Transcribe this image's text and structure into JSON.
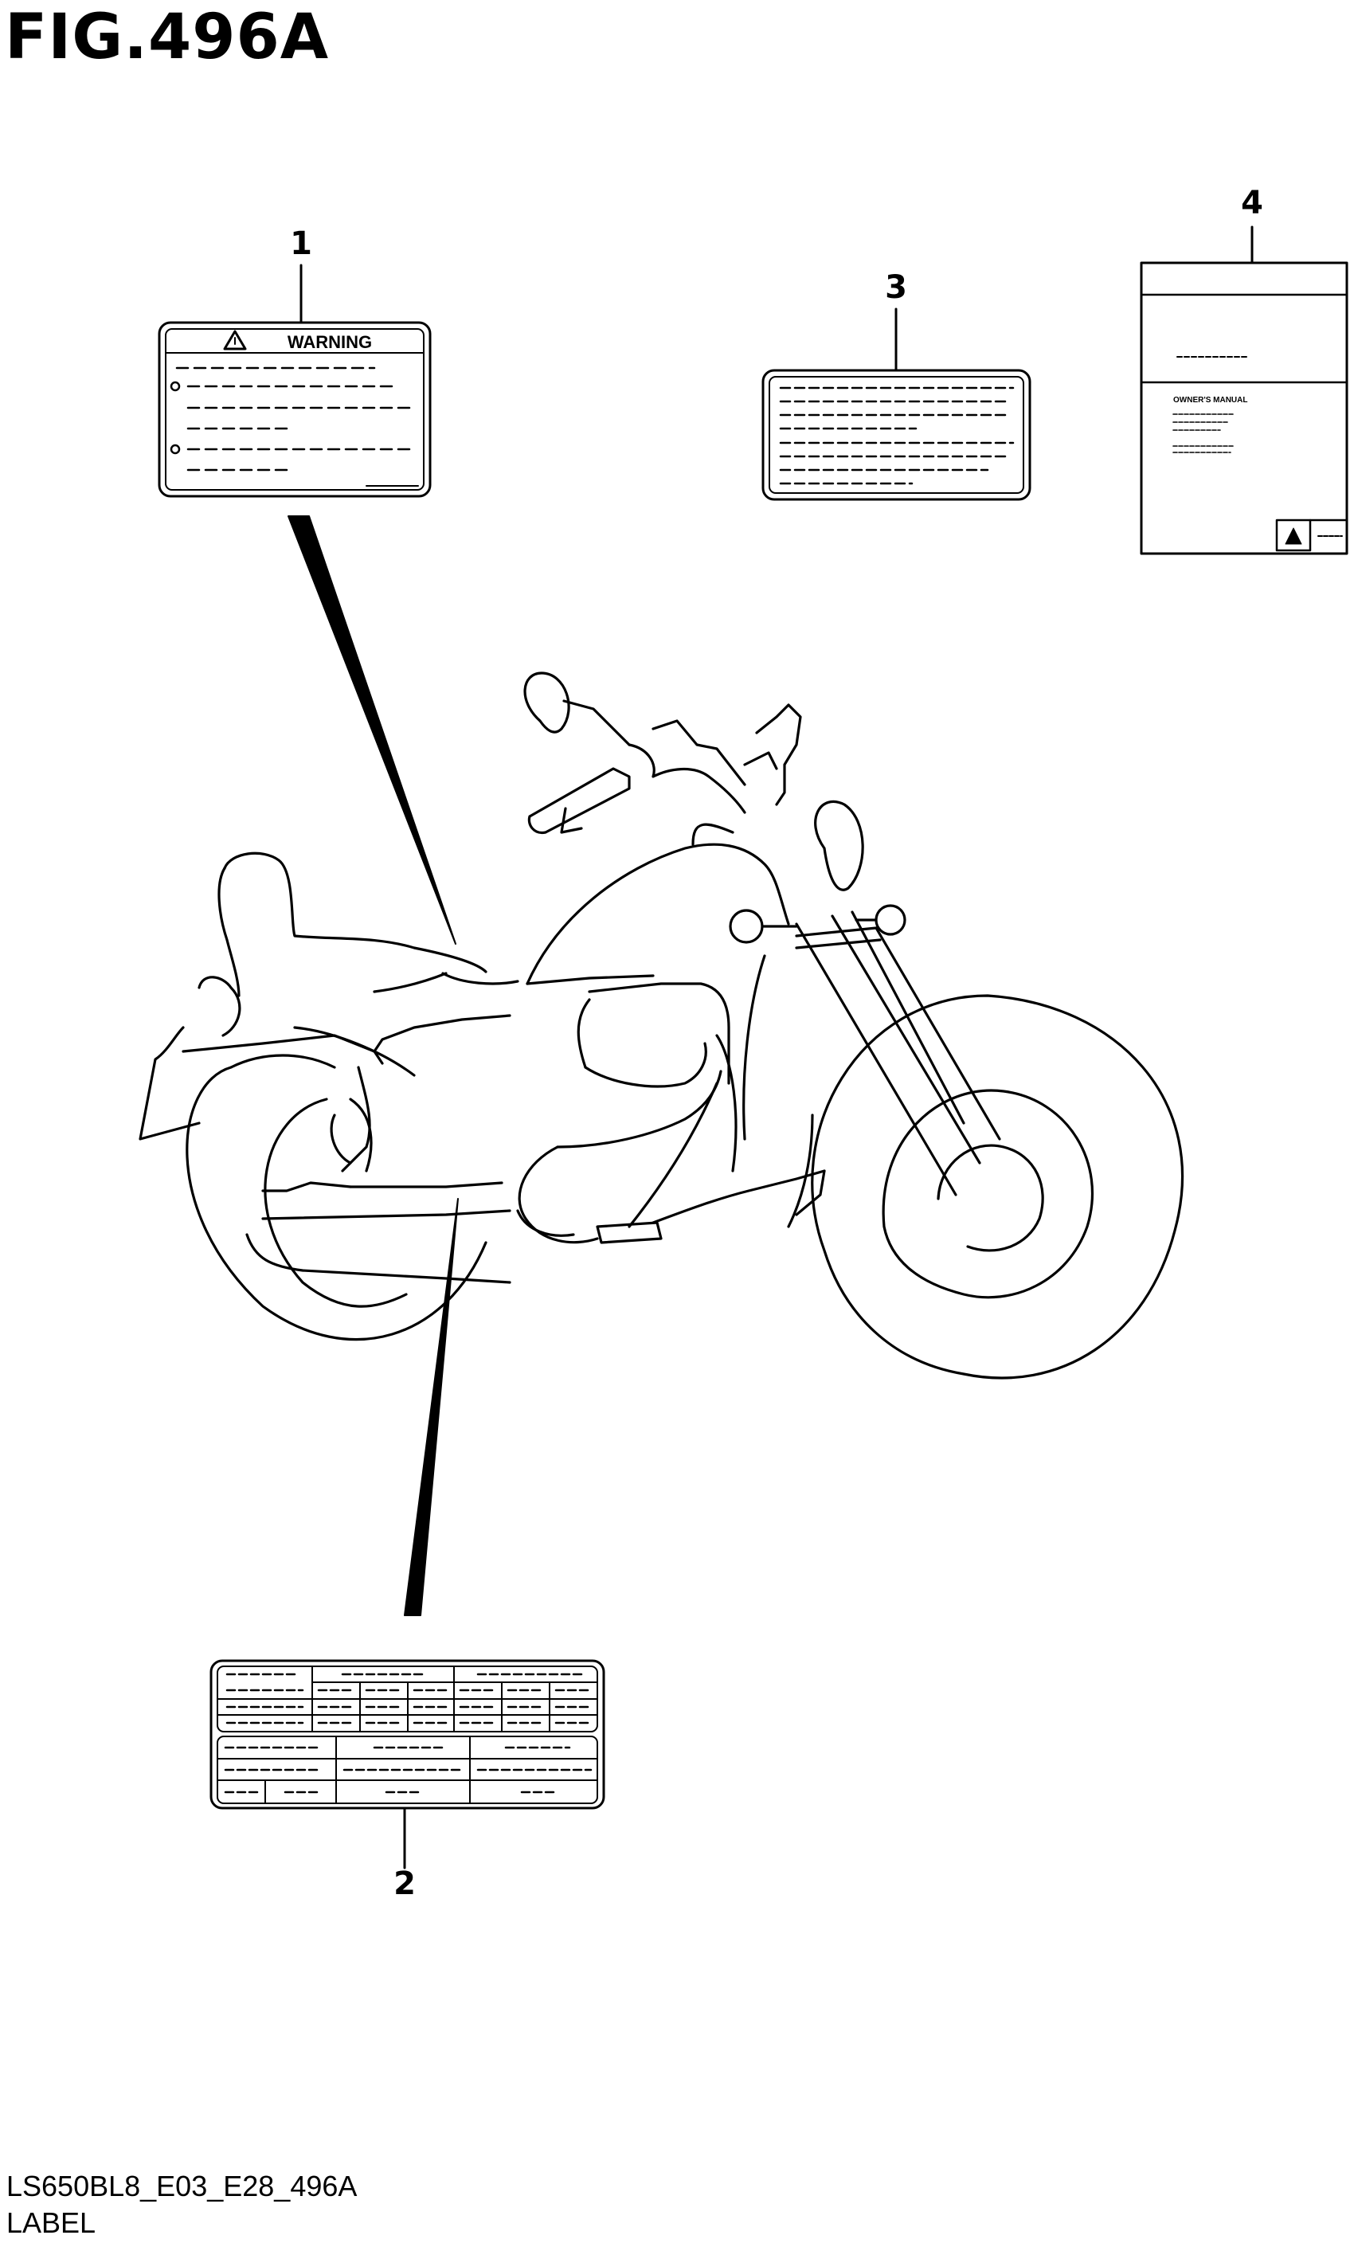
{
  "figure": {
    "title": "FIG.496A"
  },
  "callouts": [
    {
      "id": "1",
      "text": "1"
    },
    {
      "id": "2",
      "text": "2"
    },
    {
      "id": "3",
      "text": "3"
    },
    {
      "id": "4",
      "text": "4"
    }
  ],
  "labels": {
    "warning_label": {
      "heading": "WARNING"
    },
    "owners_manual": {
      "title": "OWNER'S MANUAL"
    }
  },
  "footer": {
    "model_code": "LS650BL8_E03_E28_496A",
    "section": "LABEL"
  }
}
